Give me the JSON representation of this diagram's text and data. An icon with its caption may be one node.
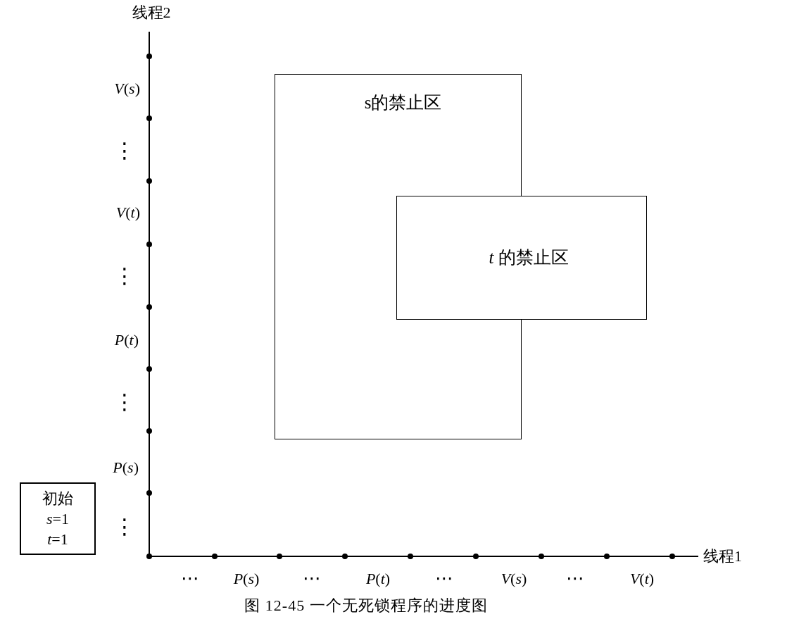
{
  "diagram": {
    "caption": "图 12-45 一个无死锁程序的进度图",
    "nodes": [
      {
        "text": [
          "s的禁止区"
        ]
      },
      {
        "text": [
          "*t* 的禁止区"
        ]
      },
      {
        "text": [
          "初始",
          "*s*=1",
          "*t*=1"
        ]
      }
    ],
    "labels": [
      "线程2",
      "*V*(*s*)",
      "⋮",
      "*V*(*t*)",
      "⋮",
      "*P*(*t*)",
      "⋮",
      "*P*(*s*)",
      "⋮",
      "线程1",
      "⋯",
      "*P*(*s*)",
      "⋯",
      "*P*(*t*)",
      "⋯",
      "*V*(*s*)",
      "⋯",
      "*V*(*t*)"
    ]
  }
}
